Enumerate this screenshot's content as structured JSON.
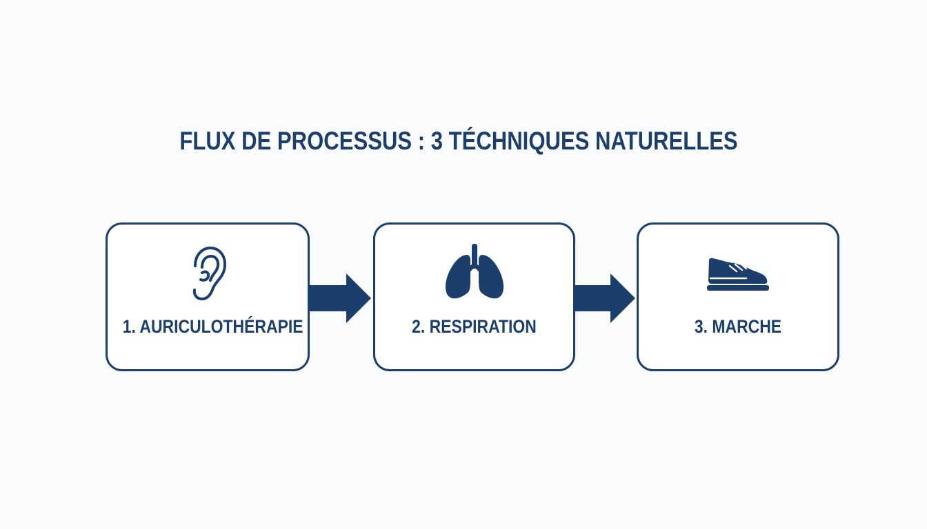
{
  "diagram": {
    "title": "FLUX DE PROCESSUS : 3 TÉCHNIQUES NATURELLES",
    "steps": [
      {
        "label": "1. AURICULOTHÉRAPIE",
        "icon": "ear-icon"
      },
      {
        "label": "2. RESPIRATION",
        "icon": "lungs-icon"
      },
      {
        "label": "3. MARCHE",
        "icon": "shoe-icon"
      }
    ],
    "connectors": [
      "arrow-right",
      "arrow-right"
    ],
    "colors": {
      "primary": "#1b3e6c",
      "box_fill": "#ffffff",
      "background": "#fafbfc"
    }
  }
}
